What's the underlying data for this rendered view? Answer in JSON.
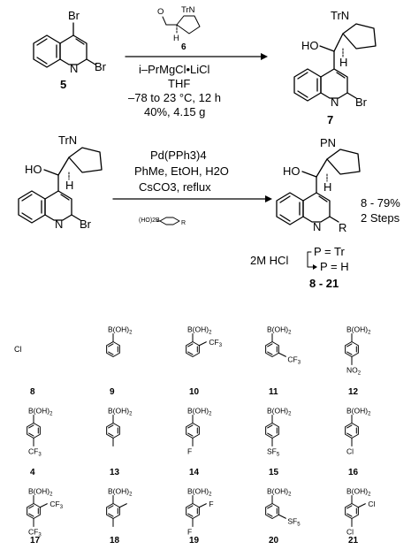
{
  "scheme1": {
    "sm_label": "5",
    "sm_br_top": "Br",
    "sm_br_side": "Br",
    "sm_n": "N",
    "reagent_label": "6",
    "reagent_o": "O",
    "reagent_tr": "TrN",
    "reagent_h": "H",
    "conditions": [
      "i–PrMgCl•LiCl",
      "THF",
      "–78 to 23 °C, 12 h",
      "40%, 4.15 g"
    ],
    "product_label": "7",
    "product_trn": "TrN",
    "product_ho": "HO",
    "product_h": "H",
    "product_n": "N",
    "product_br": "Br"
  },
  "scheme2": {
    "sm_trn": "TrN",
    "sm_ho": "HO",
    "sm_h": "H",
    "sm_n": "N",
    "sm_br": "Br",
    "conditions": [
      "Pd(PPh3)4",
      "PhMe, EtOH, H2O",
      "CsCO3, reflux"
    ],
    "boronic_label": "(HO)2B",
    "boronic_r": "R",
    "product_pn": "PN",
    "product_ho": "HO",
    "product_h": "H",
    "product_n": "N",
    "product_r": "R",
    "yield_line1": "8 - 79%",
    "yield_line2": "2 Steps",
    "hcl": "2M HCl",
    "p_tr": "P = Tr",
    "p_h": "P = H",
    "product_label": "8 - 21"
  },
  "grid": [
    {
      "num": "8",
      "type": "text",
      "text": "Cl"
    },
    {
      "num": "9",
      "type": "ring",
      "ba": "B(OH)2",
      "subs": []
    },
    {
      "num": "10",
      "type": "ring",
      "ba": "B(OH)2",
      "subs": [
        {
          "pos": "ortho",
          "text": "CF3"
        }
      ]
    },
    {
      "num": "11",
      "type": "ring",
      "ba": "B(OH)2",
      "subs": [
        {
          "pos": "meta",
          "text": "CF3"
        }
      ]
    },
    {
      "num": "12",
      "type": "ring",
      "ba": "B(OH)2",
      "subs": [
        {
          "pos": "para",
          "text": "NO2"
        }
      ]
    },
    {
      "num": "4",
      "type": "ring",
      "ba": "B(OH)2",
      "subs": [
        {
          "pos": "para",
          "text": "CF3"
        }
      ]
    },
    {
      "num": "13",
      "type": "ring",
      "ba": "B(OH)2",
      "subs": [
        {
          "pos": "para",
          "text": ""
        }
      ]
    },
    {
      "num": "14",
      "type": "ring",
      "ba": "B(OH)2",
      "subs": [
        {
          "pos": "para",
          "text": "F"
        }
      ]
    },
    {
      "num": "15",
      "type": "ring",
      "ba": "B(OH)2",
      "subs": [
        {
          "pos": "para",
          "text": "SF5"
        }
      ]
    },
    {
      "num": "16",
      "type": "ring",
      "ba": "B(OH)2",
      "subs": [
        {
          "pos": "para",
          "text": "Cl"
        }
      ]
    },
    {
      "num": "17",
      "type": "ring",
      "ba": "B(OH)2",
      "subs": [
        {
          "pos": "ortho",
          "text": "CF3"
        },
        {
          "pos": "para",
          "text": "CF3"
        }
      ]
    },
    {
      "num": "18",
      "type": "ring",
      "ba": "B(OH)2",
      "subs": [
        {
          "pos": "ortho",
          "text": ""
        },
        {
          "pos": "para",
          "text": ""
        }
      ]
    },
    {
      "num": "19",
      "type": "ring",
      "ba": "B(OH)2",
      "subs": [
        {
          "pos": "ortho",
          "text": "F"
        },
        {
          "pos": "para",
          "text": "F"
        }
      ]
    },
    {
      "num": "20",
      "type": "ring",
      "ba": "B(OH)2",
      "subs": [
        {
          "pos": "meta",
          "text": "SF5"
        }
      ]
    },
    {
      "num": "21",
      "type": "ring",
      "ba": "B(OH)2",
      "subs": [
        {
          "pos": "ortho",
          "text": "Cl"
        },
        {
          "pos": "para",
          "text": "Cl"
        }
      ]
    }
  ]
}
